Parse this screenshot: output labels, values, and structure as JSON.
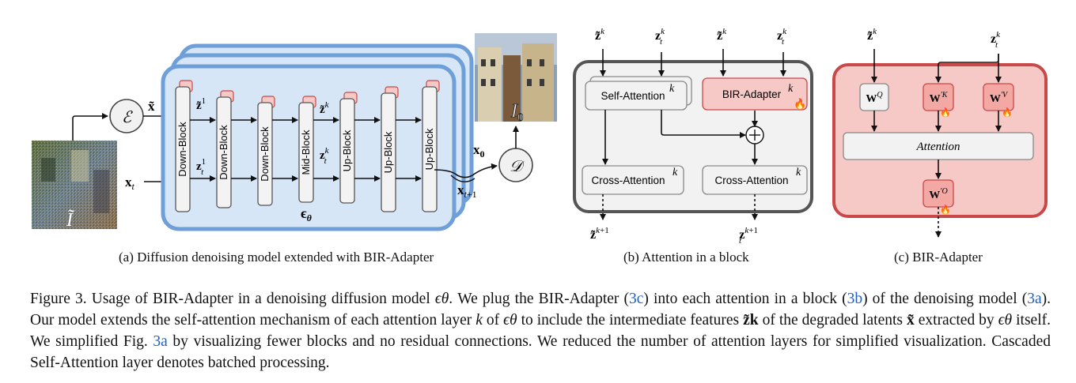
{
  "figure": {
    "panel_a": {
      "caption": "(a) Diffusion denoising model extended with BIR-Adapter",
      "blocks": [
        "Down-Block",
        "Down-Block",
        "Down-Block",
        "Mid-Block",
        "Up-Block",
        "Up-Block",
        "Up-Block"
      ],
      "encoder_symbol": "ℰ",
      "decoder_symbol": "𝒟",
      "model_symbol": "ϵθ",
      "input_degraded": "Ĩ",
      "output_image": "I0",
      "labels": {
        "x_tilde": "x̃",
        "x_t": "xt",
        "x_0": "x0",
        "x_t1": "xt+1",
        "z1_tilde": "z̃1",
        "z1_t": "zt1",
        "zk_tilde": "z̃k",
        "zk_t": "ztk"
      }
    },
    "panel_b": {
      "caption": "(b) Attention in a block",
      "self_attention": "Self-Attention",
      "bir_adapter": "BIR-Adapter",
      "cross_attention_left": "Cross-Attention",
      "cross_attention_right": "Cross-Attention",
      "sup_k": "k",
      "in_labels": [
        "z̃k",
        "ztk",
        "z̃k",
        "ztk"
      ],
      "out_labels": [
        "z̃k+1",
        "ztk+1"
      ]
    },
    "panel_c": {
      "caption": "(c) BIR-Adapter",
      "attention": "Attention",
      "wq": "WQ",
      "wk": "W′K",
      "wv": "W′V",
      "wo": "W′O",
      "in_labels": [
        "z̃k",
        "ztk"
      ]
    }
  },
  "caption": {
    "figure_label": "Figure 3.",
    "text_1": " Usage of BIR-Adapter in a denoising diffusion model ",
    "eps": "ϵθ",
    "text_2": ". We plug the BIR-Adapter (",
    "ref_3c": "3c",
    "text_3": ") into each attention in a block (",
    "ref_3b": "3b",
    "text_4": ") of the denoising model (",
    "ref_3a": "3a",
    "text_5": "). Our model extends the self-attention mechanism of each attention layer ",
    "k": "k",
    "text_6": " of ",
    "eps2": "ϵθ",
    "text_7": " to include the intermediate features ",
    "zk": "z̃k",
    "text_8": " of the degraded latents ",
    "xt": "x̃",
    "text_9": " extracted by ",
    "eps3": "ϵθ",
    "text_10": " itself. We simplified Fig. ",
    "ref_3a2": "3a",
    "text_11": " by visualizing fewer blocks and no residual connections. We reduced the number of attention layers for simplified visualization. Cascaded Self-Attention layer denotes batched processing."
  },
  "colors": {
    "blue_fill": "#d6e6f7",
    "blue_stroke": "#6f9fd8",
    "red_fill": "#f6c9c7",
    "red_stroke": "#c94848",
    "gray_fill": "#f2f2f2",
    "gray_stroke": "#555555",
    "link": "#1f5fbf"
  }
}
